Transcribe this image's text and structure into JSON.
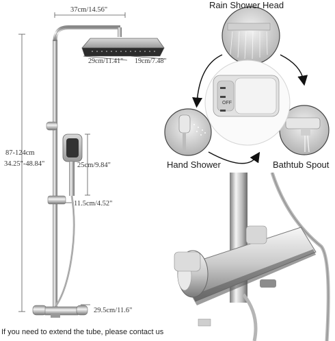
{
  "dimensions": {
    "width_top": "37cm/14.56\"",
    "head_length": "29cm/11.41\"",
    "head_width": "19cm/7.48\"",
    "height_cm": "87-124cm",
    "height_in": "34.25\"-48.84\"",
    "hand_shower_length": "25cm/9.84\"",
    "holder_offset": "11.5cm/4.52\"",
    "mixer_width": "29.5cm/11.6\""
  },
  "functions": {
    "rain": "Rain Shower Head",
    "hand": "Hand Shower",
    "bathtub": "Bathtub Spout"
  },
  "valve_marks": {
    "off": "OFF"
  },
  "note": "If you need to extend the tube, please contact us"
}
